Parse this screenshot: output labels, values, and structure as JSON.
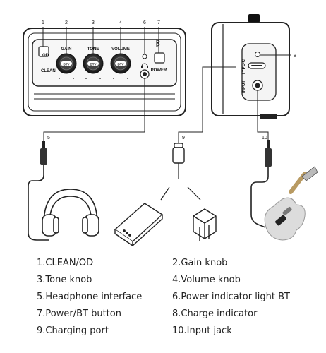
{
  "front_panel": {
    "od_label": "OD.",
    "clean_label": "CLEAN",
    "gain_label": "GAIN",
    "tone_label": "TONE",
    "volume_label": "VOLUME",
    "power_label": "POWER",
    "knob_brand": "BTV"
  },
  "side_panel": {
    "typec_label": "TYPE-C",
    "input_label": "INPUT"
  },
  "callout_numbers": [
    "1",
    "2",
    "3",
    "4",
    "6",
    "7",
    "8",
    "5",
    "9",
    "10"
  ],
  "legend": {
    "left": [
      "1.CLEAN/OD",
      "3.Tone knob",
      "5.Headphone interface",
      "7.Power/BT button",
      "9.Charging port"
    ],
    "right": [
      "2.Gain knob",
      "4.Volume knob",
      "6.Power indicator light BT",
      "8.Charge indicator",
      "10.Input jack"
    ]
  },
  "colors": {
    "line": "#222222",
    "body_fill": "#ffffff",
    "panel_fill": "#f4f4f4",
    "guitar_body": "#dcdcdc"
  }
}
